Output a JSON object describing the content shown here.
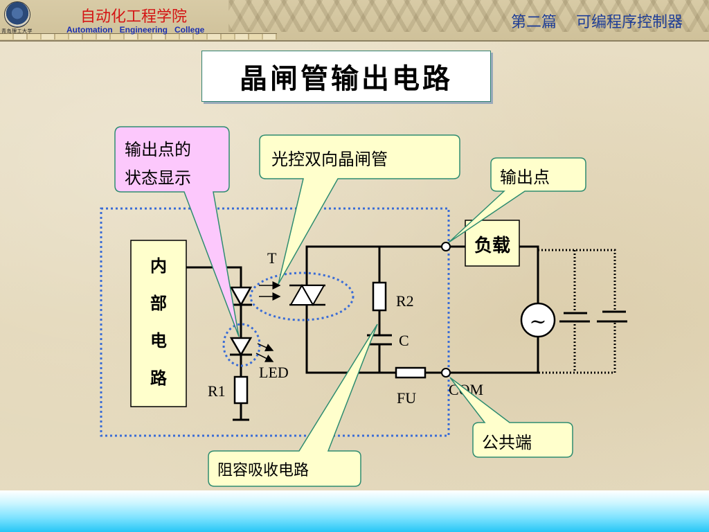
{
  "header": {
    "college_cn": "自动化工程学院",
    "college_en": "Automation   Engineering   College",
    "university_cn": "青岛理工大学",
    "chapter": "第二篇    可编程序控制器"
  },
  "title": "晶闸管输出电路",
  "callouts": {
    "status_display": [
      "输出点的",
      "状态显示"
    ],
    "triac": "光控双向晶闸管",
    "output_point": "输出点",
    "common": "公共端",
    "snubber": "阻容吸收电路"
  },
  "blocks": {
    "internal_circuit": [
      "内",
      "部",
      "电",
      "路"
    ],
    "load": "负载"
  },
  "labels": {
    "t": "T",
    "r2": "R2",
    "c": "C",
    "led": "LED",
    "r1": "R1",
    "fu": "FU",
    "com": "COM",
    "ac_symbol": "~"
  },
  "colors": {
    "callout_pink": "#fcc8fc",
    "callout_yellow": "#ffffcc",
    "callout_border": "#2e8c70",
    "dotted_blue": "#3a6cd6",
    "college_red": "#d41414",
    "chapter_blue": "#1f3e96"
  }
}
